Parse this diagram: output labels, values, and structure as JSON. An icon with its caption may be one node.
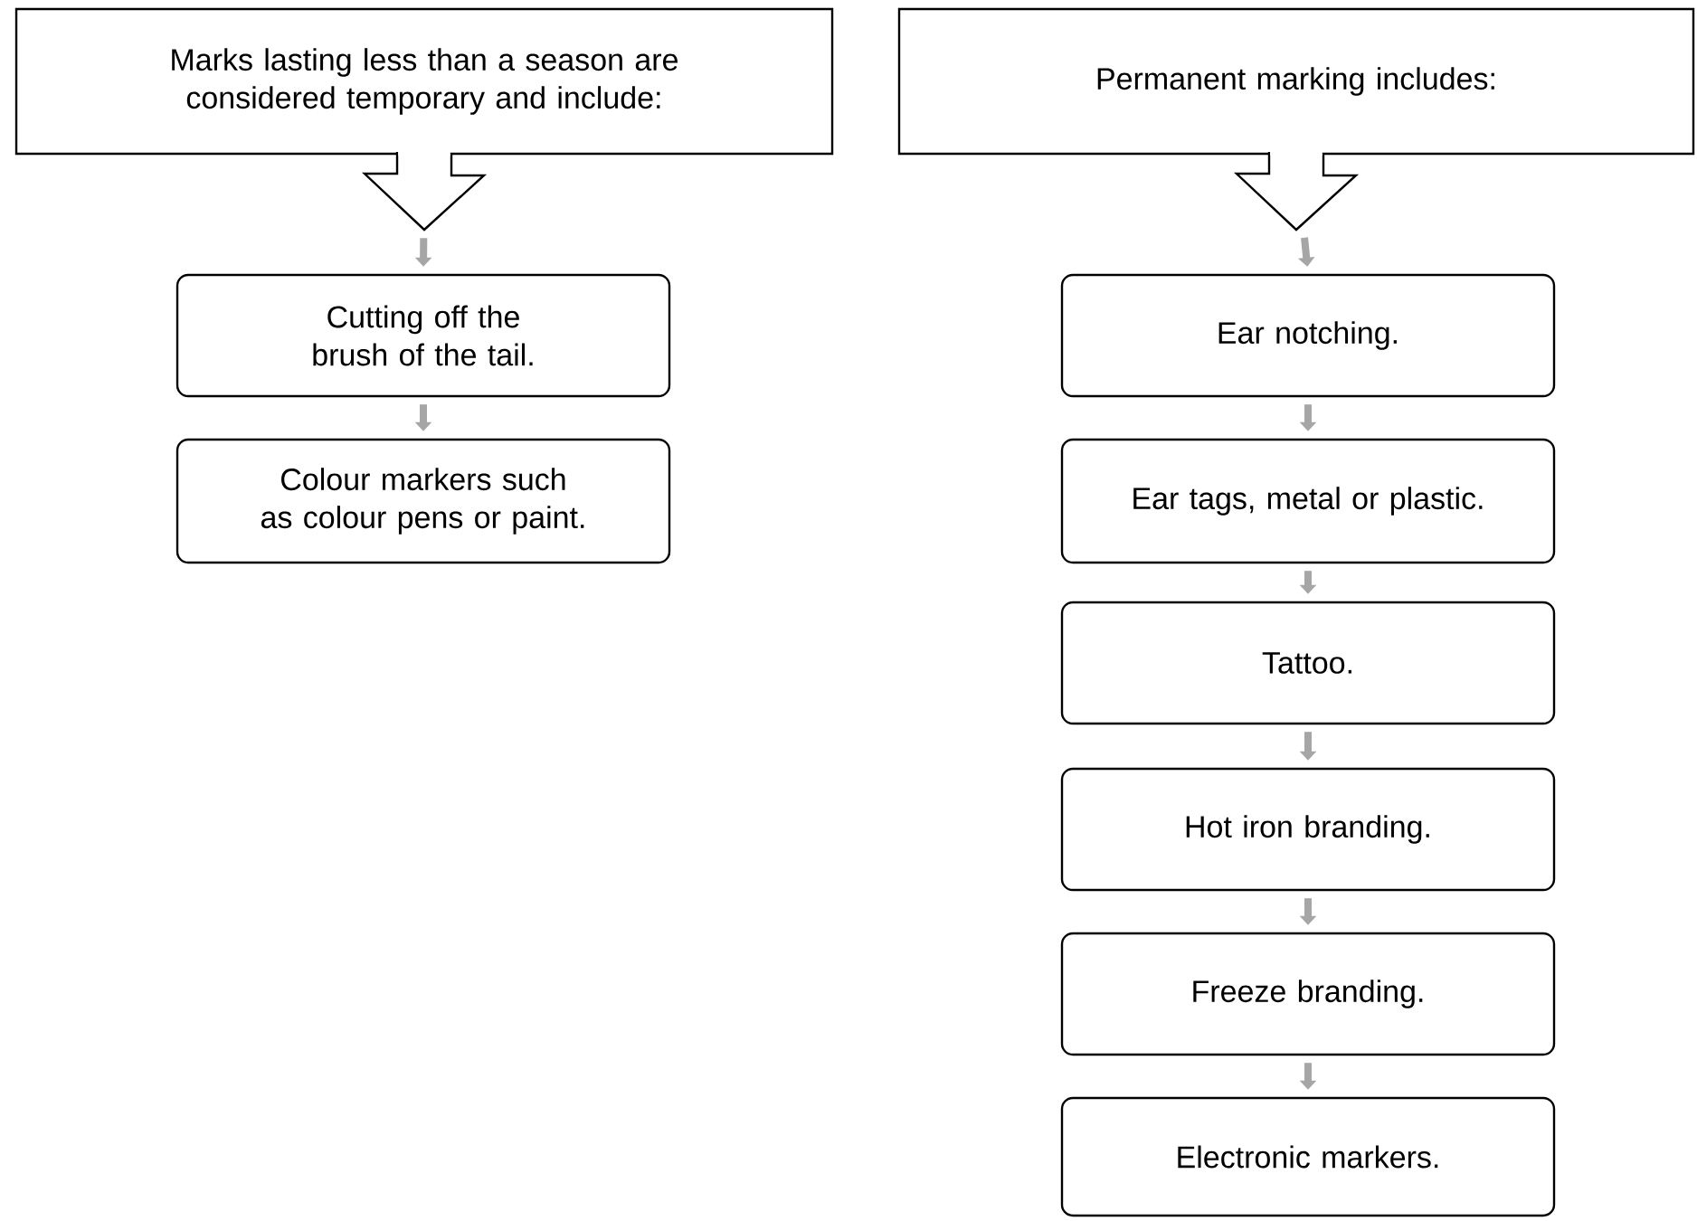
{
  "diagram": {
    "nodes": [
      {
        "text": [
          "Marks lasting less than a season are considered temporary and include:"
        ]
      },
      {
        "text": [
          "Cutting off the brush of the tail."
        ]
      },
      {
        "text": [
          "Colour markers such as colour pens or paint."
        ]
      },
      {
        "text": [
          "Permanent marking includes:"
        ]
      },
      {
        "text": [
          "Ear notching."
        ]
      },
      {
        "text": [
          "Ear tags, metal or plastic."
        ]
      },
      {
        "text": [
          "Tattoo."
        ]
      },
      {
        "text": [
          "Hot iron branding."
        ]
      },
      {
        "text": [
          "Freeze branding."
        ]
      },
      {
        "text": [
          "Electronic markers."
        ]
      }
    ],
    "edges": [
      {
        "from": 0,
        "to": 1,
        "arrow": "to"
      },
      {
        "from": 1,
        "to": 2,
        "arrow": "to"
      },
      {
        "from": 3,
        "to": 4,
        "arrow": "to"
      },
      {
        "from": 4,
        "to": 5,
        "arrow": "to"
      },
      {
        "from": 5,
        "to": 6,
        "arrow": "to"
      },
      {
        "from": 6,
        "to": 7,
        "arrow": "to"
      },
      {
        "from": 7,
        "to": 8,
        "arrow": "to"
      },
      {
        "from": 8,
        "to": 9,
        "arrow": "to"
      }
    ]
  }
}
